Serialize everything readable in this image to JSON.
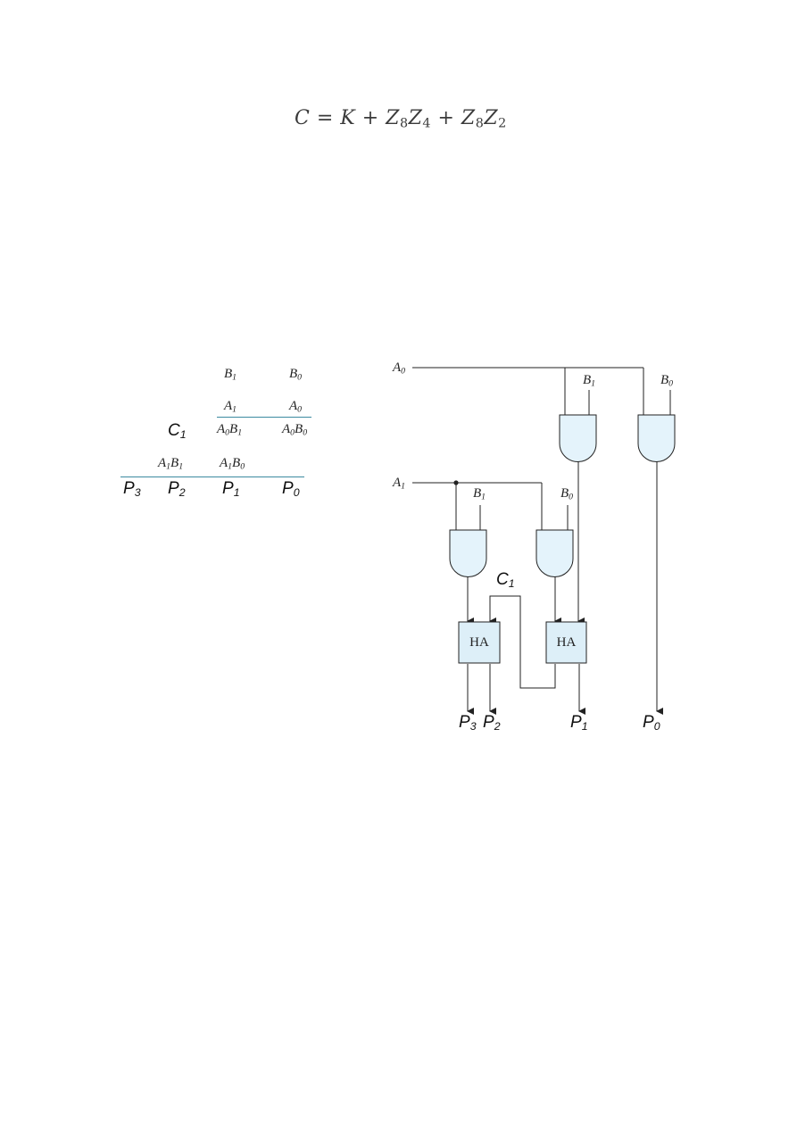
{
  "equation": {
    "lhs": "C",
    "eq": "=",
    "t1": "K",
    "plus1": "+",
    "t2a": "Z",
    "t2a_sub": "8",
    "t2b": "Z",
    "t2b_sub": "4",
    "plus2": "+",
    "t3a": "Z",
    "t3a_sub": "8",
    "t3b": "Z",
    "t3b_sub": "2"
  },
  "multiplication": {
    "b1": "B",
    "b1_sub": "1",
    "b0": "B",
    "b0_sub": "0",
    "a1": "A",
    "a1_sub": "1",
    "a0": "A",
    "a0_sub": "0",
    "c1": "C",
    "c1_sub": "1",
    "a0b1": {
      "a": "A",
      "a_sub": "0",
      "b": "B",
      "b_sub": "1"
    },
    "a0b0": {
      "a": "A",
      "a_sub": "0",
      "b": "B",
      "b_sub": "0"
    },
    "a1b1": {
      "a": "A",
      "a_sub": "1",
      "b": "B",
      "b_sub": "1"
    },
    "a1b0": {
      "a": "A",
      "a_sub": "1",
      "b": "B",
      "b_sub": "0"
    },
    "p3": "P",
    "p3_sub": "3",
    "p2": "P",
    "p2_sub": "2",
    "p1": "P",
    "p1_sub": "1",
    "p0": "P",
    "p0_sub": "0",
    "rule_color": "#3c8aa0"
  },
  "circuit": {
    "input_a0": "A",
    "input_a0_sub": "0",
    "input_a1": "A",
    "input_a1_sub": "1",
    "gate_b1_top": "B",
    "gate_b1_top_sub": "1",
    "gate_b0_top": "B",
    "gate_b0_top_sub": "0",
    "gate_b1_mid": "B",
    "gate_b1_mid_sub": "1",
    "gate_b0_mid": "B",
    "gate_b0_mid_sub": "0",
    "carry": "C",
    "carry_sub": "1",
    "ha_left": "HA",
    "ha_right": "HA",
    "out_p3": "P",
    "out_p3_sub": "3",
    "out_p2": "P",
    "out_p2_sub": "2",
    "out_p1": "P",
    "out_p1_sub": "1",
    "out_p0": "P",
    "out_p0_sub": "0",
    "gate_fill": "#e4f3fb",
    "ha_fill": "#ddeff8"
  }
}
